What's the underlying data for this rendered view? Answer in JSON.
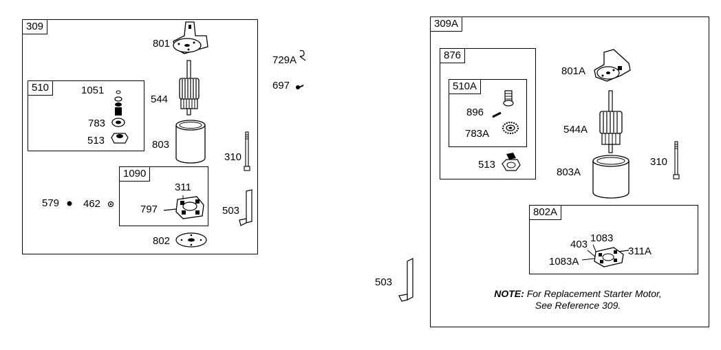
{
  "left_assembly": {
    "ref": "309",
    "labels": {
      "p801": "801",
      "p544": "544",
      "p803": "803",
      "p802": "802",
      "p310": "310",
      "p503": "503",
      "p579": "579",
      "p462": "462"
    },
    "kit_510": {
      "ref": "510",
      "p1051": "1051",
      "p783": "783",
      "p513": "513"
    },
    "kit_1090": {
      "ref": "1090",
      "p311": "311",
      "p797": "797"
    }
  },
  "loose_parts": {
    "p729a": "729A",
    "p697": "697",
    "p503": "503"
  },
  "right_assembly": {
    "ref": "309A",
    "labels": {
      "p801a": "801A",
      "p544a": "544A",
      "p803a": "803A",
      "p310": "310"
    },
    "kit_876": {
      "ref": "876",
      "p513": "513",
      "kit_510a": {
        "ref": "510A",
        "p896": "896",
        "p783a": "783A"
      }
    },
    "kit_802a": {
      "ref": "802A",
      "p403": "403",
      "p1083_top": "1083",
      "p311a": "311A",
      "p1083a": "1083A"
    },
    "note": {
      "bold": "NOTE:",
      "line1": "For Replacement Starter Motor,",
      "line2": "See Reference 309."
    }
  }
}
